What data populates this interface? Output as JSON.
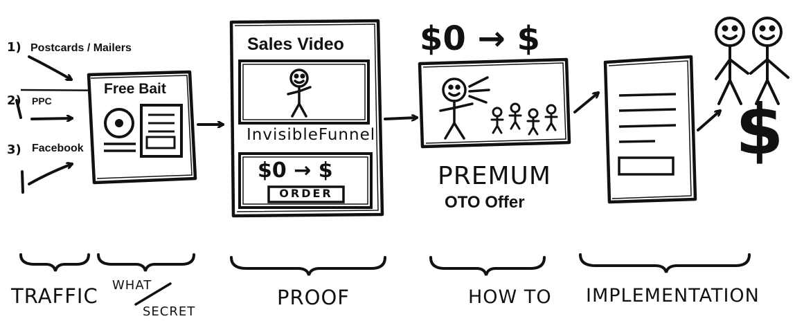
{
  "traffic": {
    "item1_num": "1)",
    "item1_label": "Postcards / Mailers",
    "item2_num": "2)",
    "item2_label": "PPC",
    "item3_num": "3)",
    "item3_label": "Facebook"
  },
  "bait": {
    "title": "Free Bait"
  },
  "proof": {
    "title": "Sales Video",
    "funnel_label": "InvisibleFunnel",
    "offer_text": "$0 → $",
    "order_label": "ORDER"
  },
  "howto": {
    "price_header": "$0 → $",
    "premium_label": "PREMUM",
    "oto_label": "OTO Offer"
  },
  "stages": {
    "traffic": "TRAFFIC",
    "what": "WHAT",
    "secret": "SECRET",
    "proof": "PROOF",
    "howto": "HOW TO",
    "implementation": "IMPLEMENTATION"
  },
  "result": {
    "dollar": "$"
  }
}
